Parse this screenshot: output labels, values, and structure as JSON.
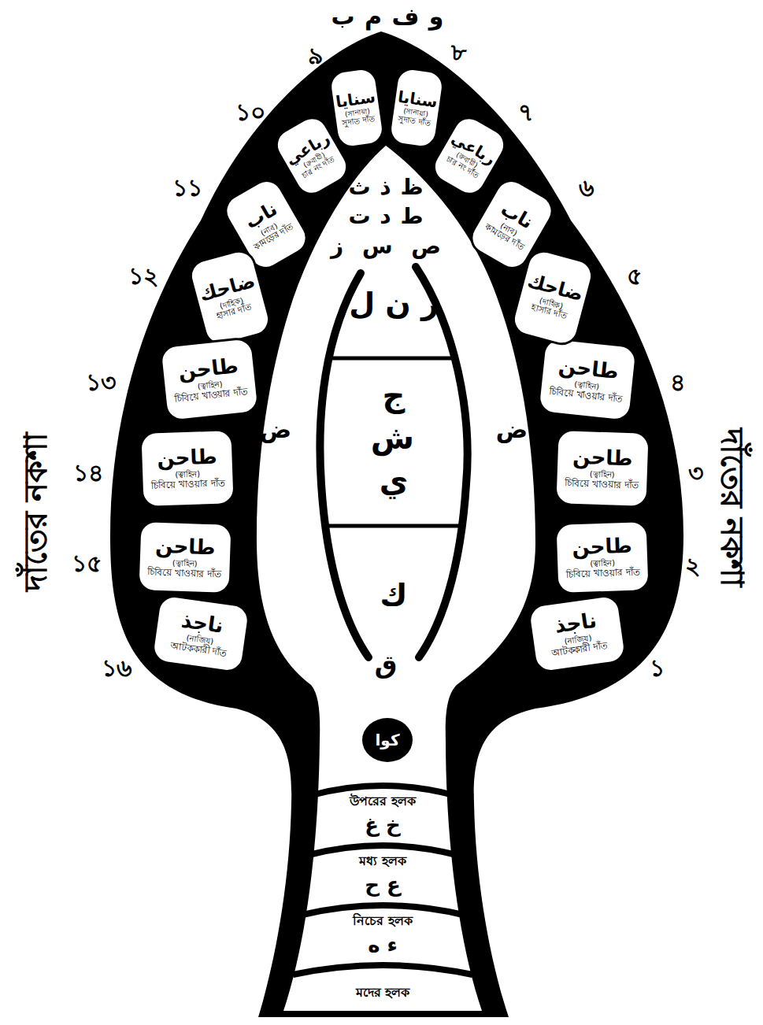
{
  "diagram": {
    "nodes": [
      {
        "text": [
          "ناجذ",
          "(নাজিয)",
          "আটককারী দাঁত"
        ]
      },
      {
        "text": [
          "طاحن",
          "(ত্বাহিন)",
          "চিবিয়ে খাওয়ার দাঁত"
        ]
      },
      {
        "text": [
          "طاحن",
          "(ত্বাহিন)",
          "চিবিয়ে খাওয়ার দাঁত"
        ]
      },
      {
        "text": [
          "طاحن",
          "(ত্বাহিন)",
          "চিবিয়ে খাওয়ার দাঁত"
        ]
      },
      {
        "text": [
          "ضاحك",
          "(দাহিক)",
          "হাসার দাঁত"
        ]
      },
      {
        "text": [
          "ناب",
          "(নাব)",
          "কামড়ের দাঁত"
        ]
      },
      {
        "text": [
          "رباعي",
          "(রুবায়ী)",
          "চার নং দাঁত"
        ]
      },
      {
        "text": [
          "سنايا",
          "(সানায়া)",
          "সুদাত দাঁত"
        ]
      },
      {
        "text": [
          "سنايا",
          "(সানায়া)",
          "সুদাত দাঁত"
        ]
      },
      {
        "text": [
          "رباعي",
          "(রুবায়ী)",
          "চার নং দাঁত"
        ]
      },
      {
        "text": [
          "ناب",
          "(নাব)",
          "কামড়ের দাঁত"
        ]
      },
      {
        "text": [
          "ضاحك",
          "(দাহিক)",
          "হাসার দাঁত"
        ]
      },
      {
        "text": [
          "طاحن",
          "(ত্বাহিন)",
          "চিবিয়ে খাওয়ার দাঁত"
        ]
      },
      {
        "text": [
          "طاحن",
          "(ত্বাহিন)",
          "চিবিয়ে খাওয়ার দাঁত"
        ]
      },
      {
        "text": [
          "طاحن",
          "(ত্বাহিন)",
          "চিবিয়ে খাওয়ার দাঁত"
        ]
      },
      {
        "text": [
          "ناجذ",
          "(নাজিয)",
          "আটককারী দাঁত"
        ]
      },
      {
        "text": [
          "ر ن ل",
          "ج ش ي",
          "ك"
        ]
      },
      {
        "text": [
          "كوا"
        ]
      },
      {
        "text": [
          "উপরের হলক",
          "خ غ"
        ]
      },
      {
        "text": [
          "মধ্য হলক",
          "ع ح"
        ]
      },
      {
        "text": [
          "নিচের হলক",
          "ء ه"
        ]
      },
      {
        "text": [
          "মদের হলক"
        ]
      }
    ],
    "labels": [
      "و ف م ب",
      "১",
      "২",
      "৩",
      "৪",
      "৫",
      "৬",
      "৭",
      "৮",
      "৯",
      "১০",
      "১১",
      "১২",
      "১৩",
      "১৪",
      "১৫",
      "১৬",
      "দাঁতের নকশা",
      "দাঁতের নকশা",
      "ظ ذ ث",
      "ط د ت",
      "ص س ز",
      "ض",
      "ض",
      "ق"
    ]
  }
}
